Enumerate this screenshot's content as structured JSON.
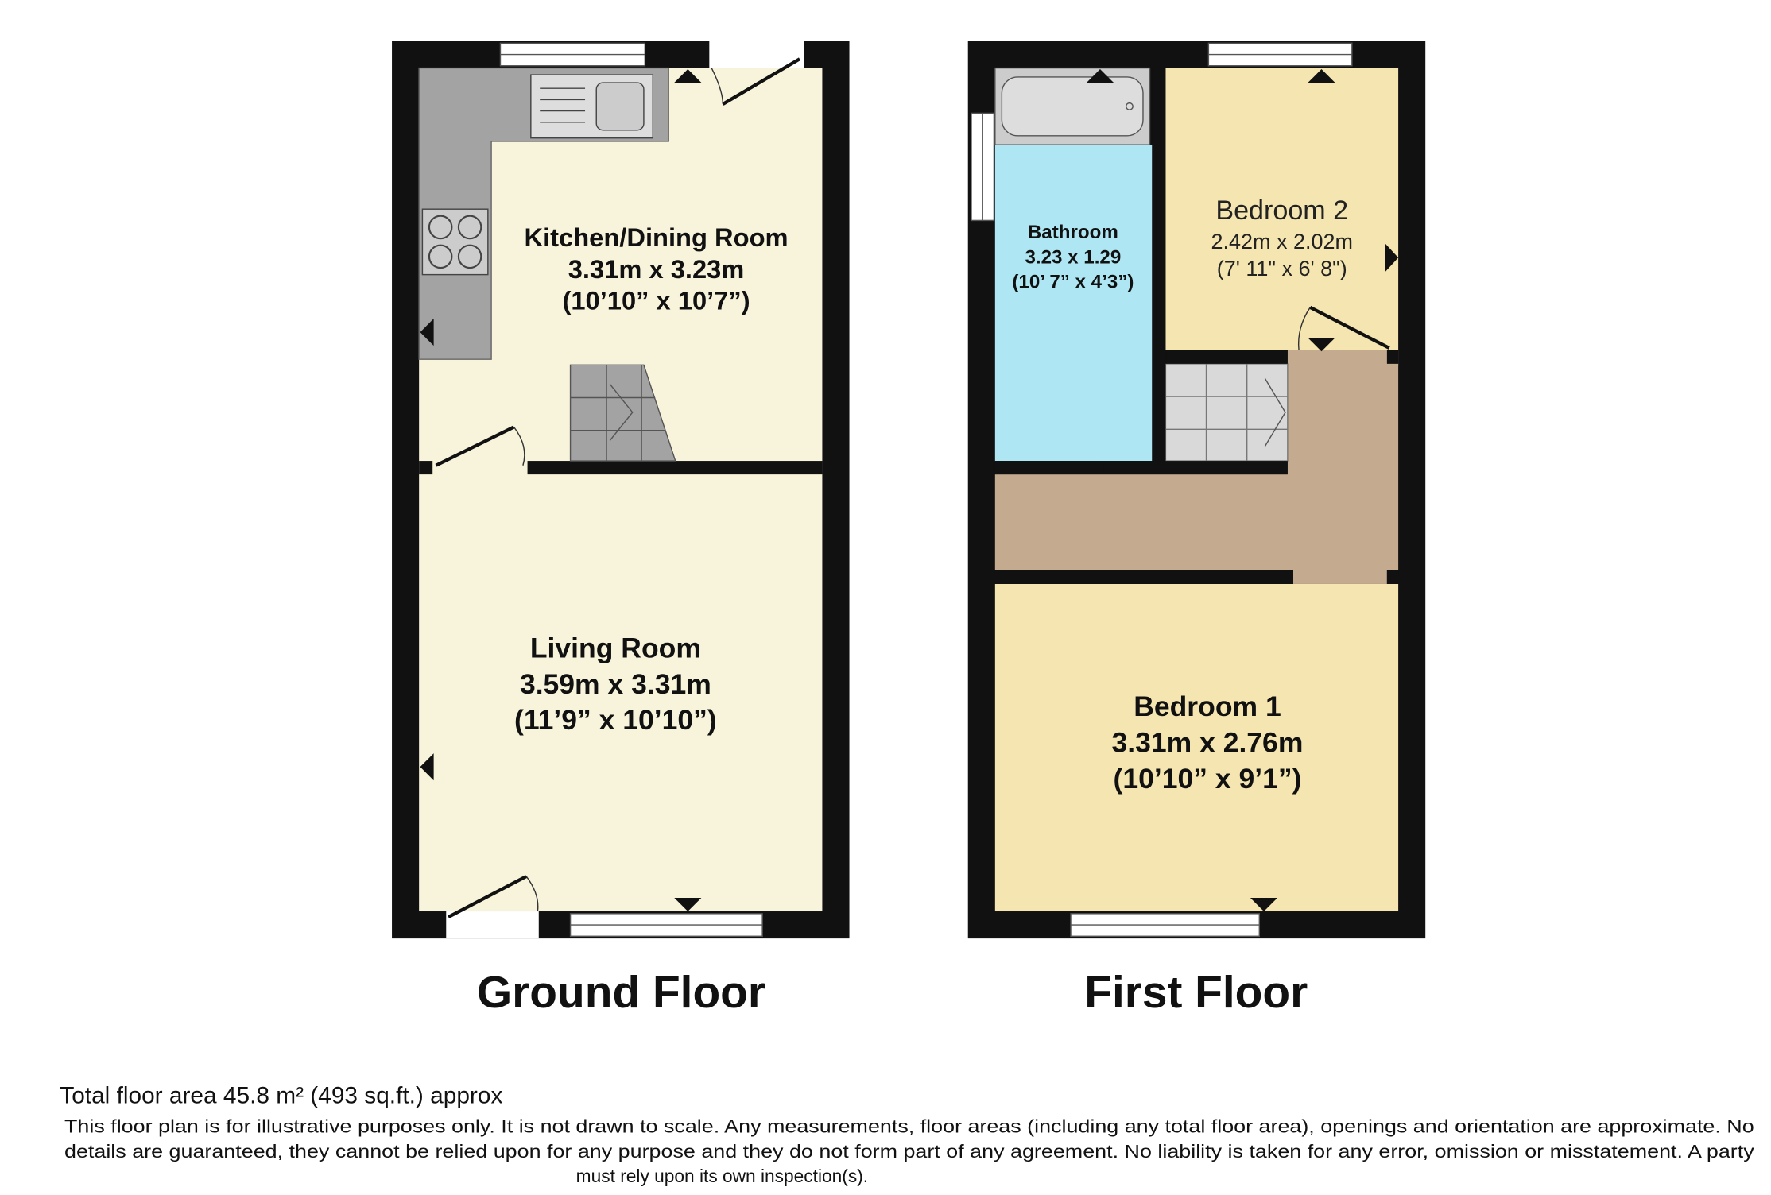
{
  "ground_floor": {
    "title": "Ground Floor",
    "rooms": [
      {
        "name": "Kitchen/Dining Room",
        "metric": "3.31m x 3.23m",
        "imperial": "(10’10” x 10’7”)"
      },
      {
        "name": "Living Room",
        "metric": "3.59m x 3.31m",
        "imperial": "(11’9” x 10’10”)"
      }
    ]
  },
  "first_floor": {
    "title": "First Floor",
    "rooms": [
      {
        "name": "Bathroom",
        "metric": "3.23 x 1.29",
        "imperial": "(10’ 7” x 4’3”)"
      },
      {
        "name": "Bedroom 2",
        "metric": "2.42m x 2.02m",
        "imperial": "(7' 11\" x 6' 8\")"
      },
      {
        "name": "Bedroom 1",
        "metric": "3.31m x 2.76m",
        "imperial": "(10’10” x 9’1”)"
      }
    ]
  },
  "footer": {
    "total_area": "Total floor area 45.8 m² (493 sq.ft.) approx",
    "disclaimer_lines": [
      "This floor plan is for illustrative purposes only. It is not drawn to scale. Any measurements, floor areas (including any total floor area), openings and orientation are approximate. No",
      "details are guaranteed, they cannot be relied upon for any purpose and they do not form part of any agreement. No liability is taken for any error, omission or misstatement. A party",
      "must rely upon its own inspection(s)."
    ]
  },
  "colors": {
    "wall": "#111111",
    "cream": "#f8f4dc",
    "bedroom": "#f5e5b0",
    "bathroom": "#aee6f3",
    "landing": "#c4aa8e",
    "counter": "#a3a3a3"
  }
}
